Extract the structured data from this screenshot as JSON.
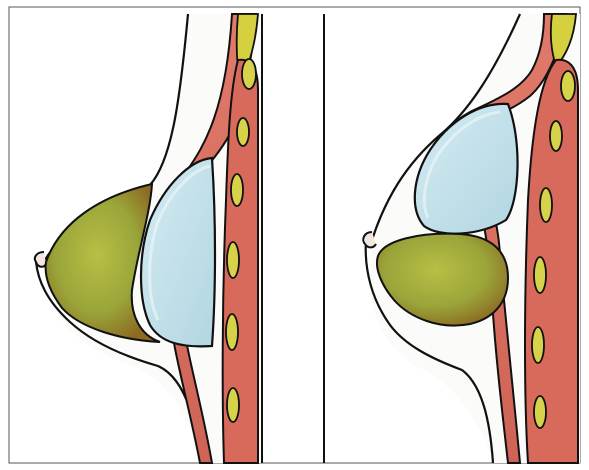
{
  "figure": {
    "panels": [
      {
        "id": "left",
        "depicts": "breast-implant-behind-muscle"
      },
      {
        "id": "right",
        "depicts": "breast-implant-upper-pocket-with-lowered-gland"
      }
    ],
    "colors": {
      "paper": "#f7f7f5",
      "outline": "#111111",
      "muscle": "#d86a5c",
      "muscle_light": "#e79a8c",
      "implant": "#bfe0ea",
      "implant_edge": "#9cc6d2",
      "gland": "#9aa53a",
      "gland_dark": "#8c6a22",
      "rib": "#d6d24a",
      "rib_dark": "#b9b33a"
    },
    "icons": [
      "frame",
      "divider-line"
    ]
  }
}
